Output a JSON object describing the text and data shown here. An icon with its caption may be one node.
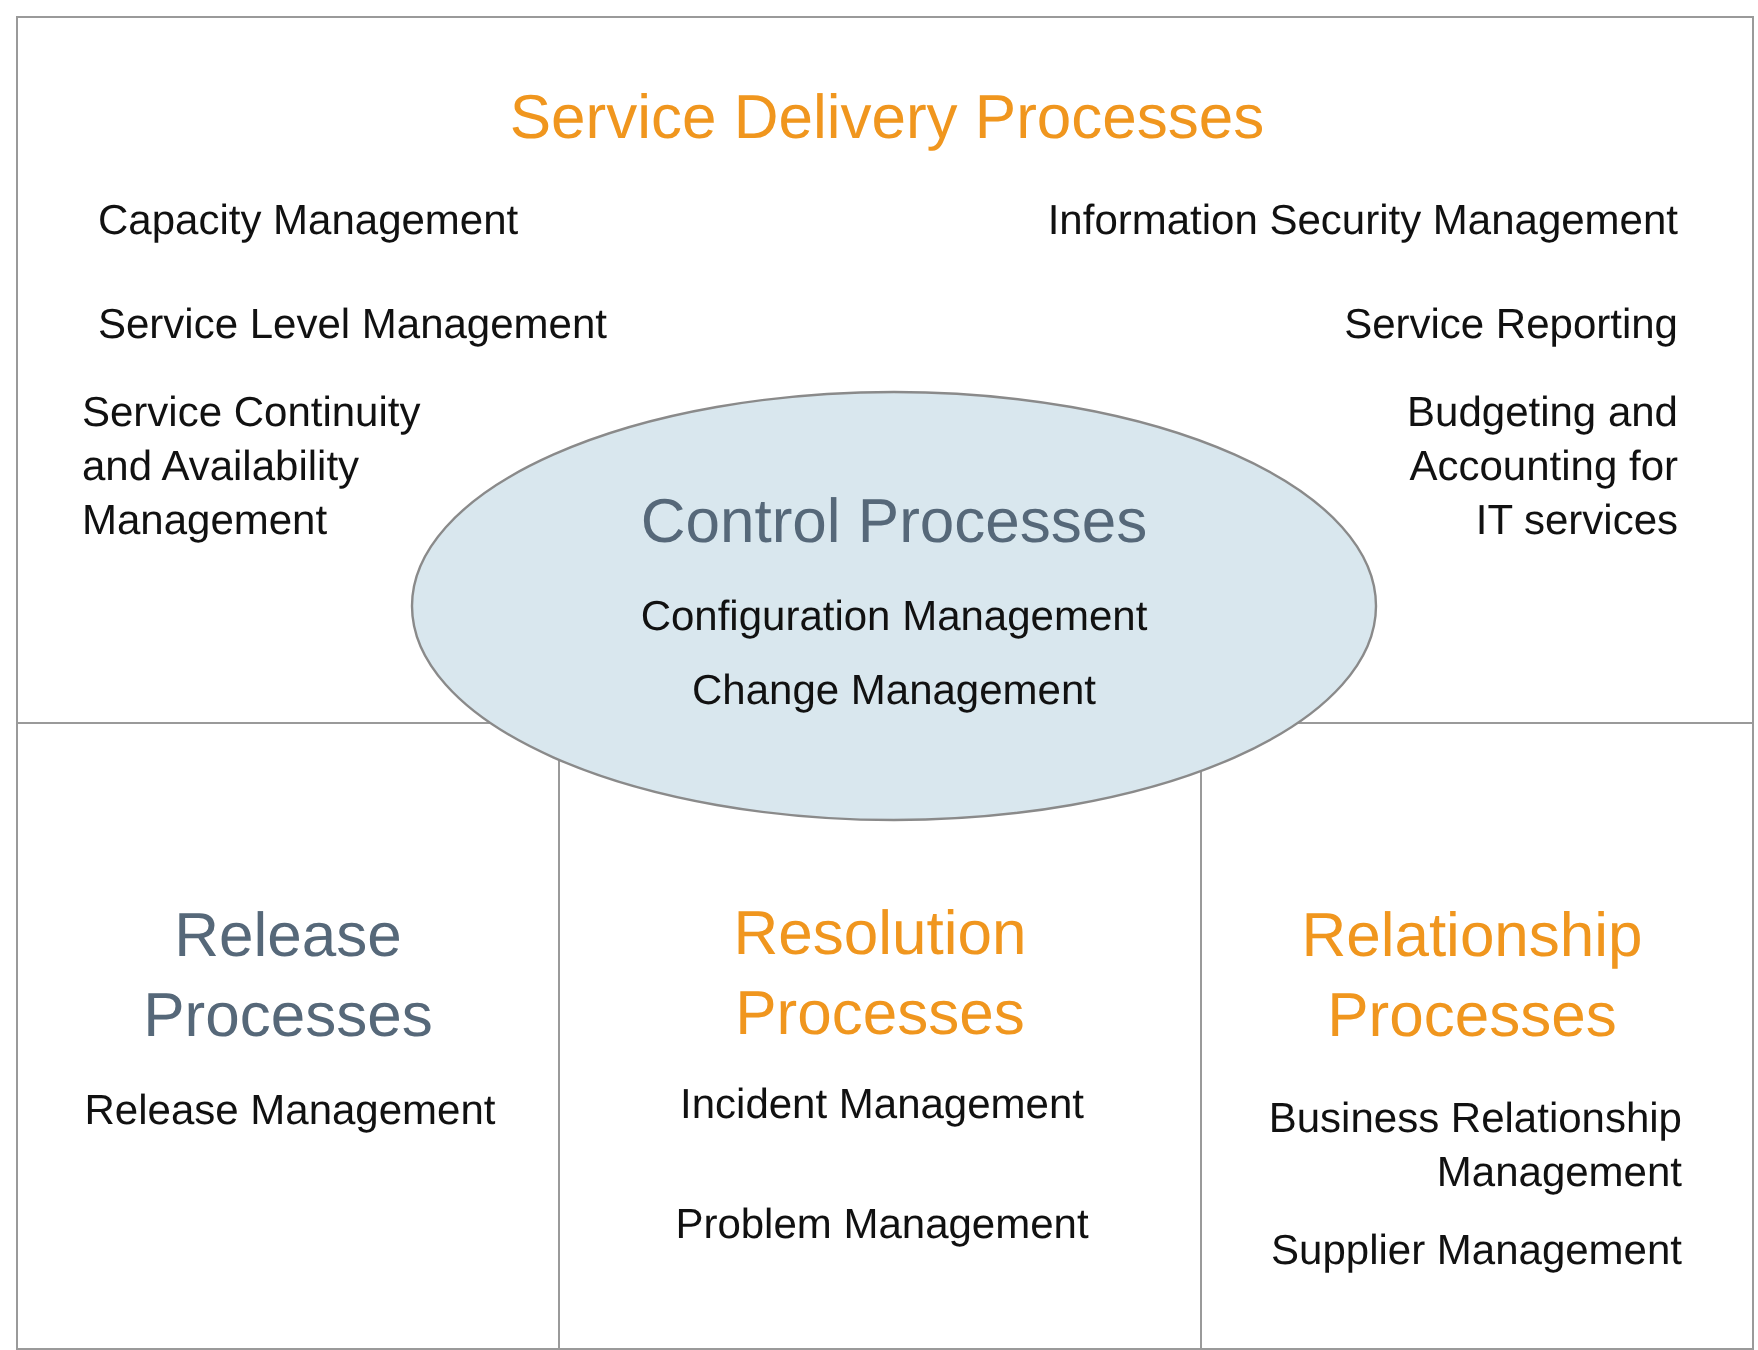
{
  "diagram": {
    "nodes": [
      {
        "text": [
          "Service Delivery Processes",
          "Capacity Management",
          "Service Level Management",
          "Service Continuity and Availability Management",
          "Information Security Management",
          "Service Reporting",
          "Budgeting and Accounting for IT services"
        ]
      },
      {
        "text": [
          "Control Processes",
          "Configuration Management",
          "Change Management"
        ]
      },
      {
        "text": [
          "Release Processes",
          "Release Management"
        ]
      },
      {
        "text": [
          "Resolution Processes",
          "Incident Management",
          "Problem Management"
        ]
      },
      {
        "text": [
          "Relationship Processes",
          "Business Relationship Management",
          "Supplier Management"
        ]
      }
    ]
  }
}
